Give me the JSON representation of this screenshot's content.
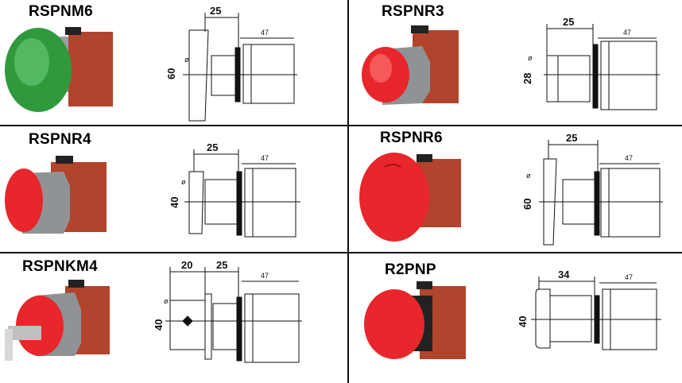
{
  "colors": {
    "green": "#2f9a3c",
    "red": "#e8262b",
    "housing": "#b2432c",
    "grey": "#8f9396",
    "line": "#111111"
  },
  "cells": [
    {
      "title": "RSPNM6",
      "button_color": "green",
      "dim_height": "60",
      "dim_top": "25",
      "dim_pre": "",
      "dim_right": "47",
      "phi": "ø"
    },
    {
      "title": "RSPNR3",
      "button_color": "red",
      "dim_height": "28",
      "dim_top": "25",
      "dim_pre": "",
      "dim_right": "47",
      "phi": "ø"
    },
    {
      "title": "RSPNR4",
      "button_color": "red",
      "dim_height": "40",
      "dim_top": "25",
      "dim_pre": "",
      "dim_right": "47",
      "phi": "ø"
    },
    {
      "title": "RSPNR6",
      "button_color": "red",
      "dim_height": "60",
      "dim_top": "25",
      "dim_pre": "",
      "dim_right": "47",
      "phi": "ø"
    },
    {
      "title": "RSPNKM4",
      "button_color": "red",
      "dim_height": "40",
      "dim_top": "25",
      "dim_pre": "20",
      "dim_right": "47",
      "phi": "ø"
    },
    {
      "title": "R2PNP",
      "button_color": "red",
      "dim_height": "40",
      "dim_top": "34",
      "dim_pre": "",
      "dim_right": "47",
      "phi": ""
    }
  ]
}
